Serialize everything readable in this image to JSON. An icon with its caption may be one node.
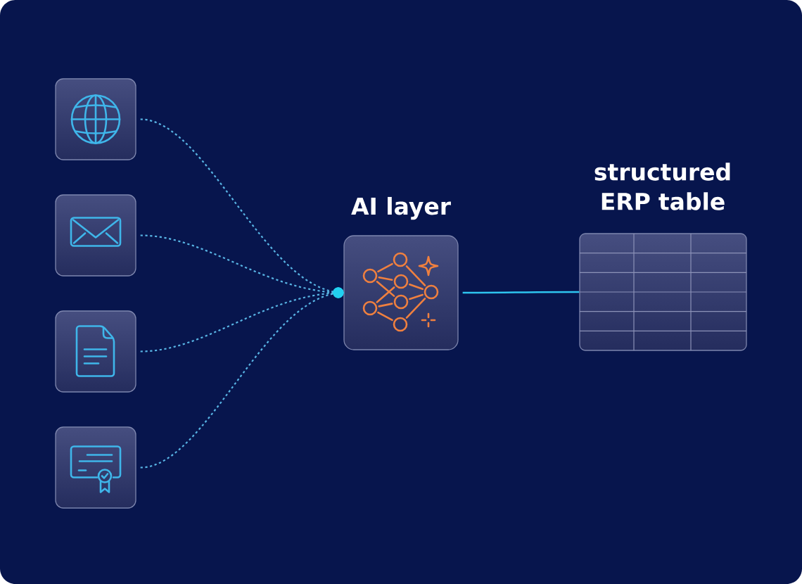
{
  "diagram": {
    "nodes": [
      {
        "text": [],
        "shape": "box"
      },
      {
        "text": [],
        "shape": "box"
      },
      {
        "text": [],
        "shape": "box"
      },
      {
        "text": [],
        "shape": "box"
      },
      {
        "text": [
          "AI layer"
        ]
      },
      {
        "text": [
          "structured ERP table"
        ]
      }
    ],
    "edges": [
      {
        "from": 0,
        "to": 4,
        "arrow": "other",
        "style": "dashed"
      },
      {
        "from": 1,
        "to": 4,
        "arrow": "other",
        "style": "dashed"
      },
      {
        "from": 2,
        "to": 4,
        "arrow": "other",
        "style": "dashed"
      },
      {
        "from": 3,
        "to": 4,
        "arrow": "other",
        "style": "dashed"
      },
      {
        "from": 4,
        "to": 5,
        "arrow": "none",
        "color": "#2ec5f0"
      }
    ]
  }
}
